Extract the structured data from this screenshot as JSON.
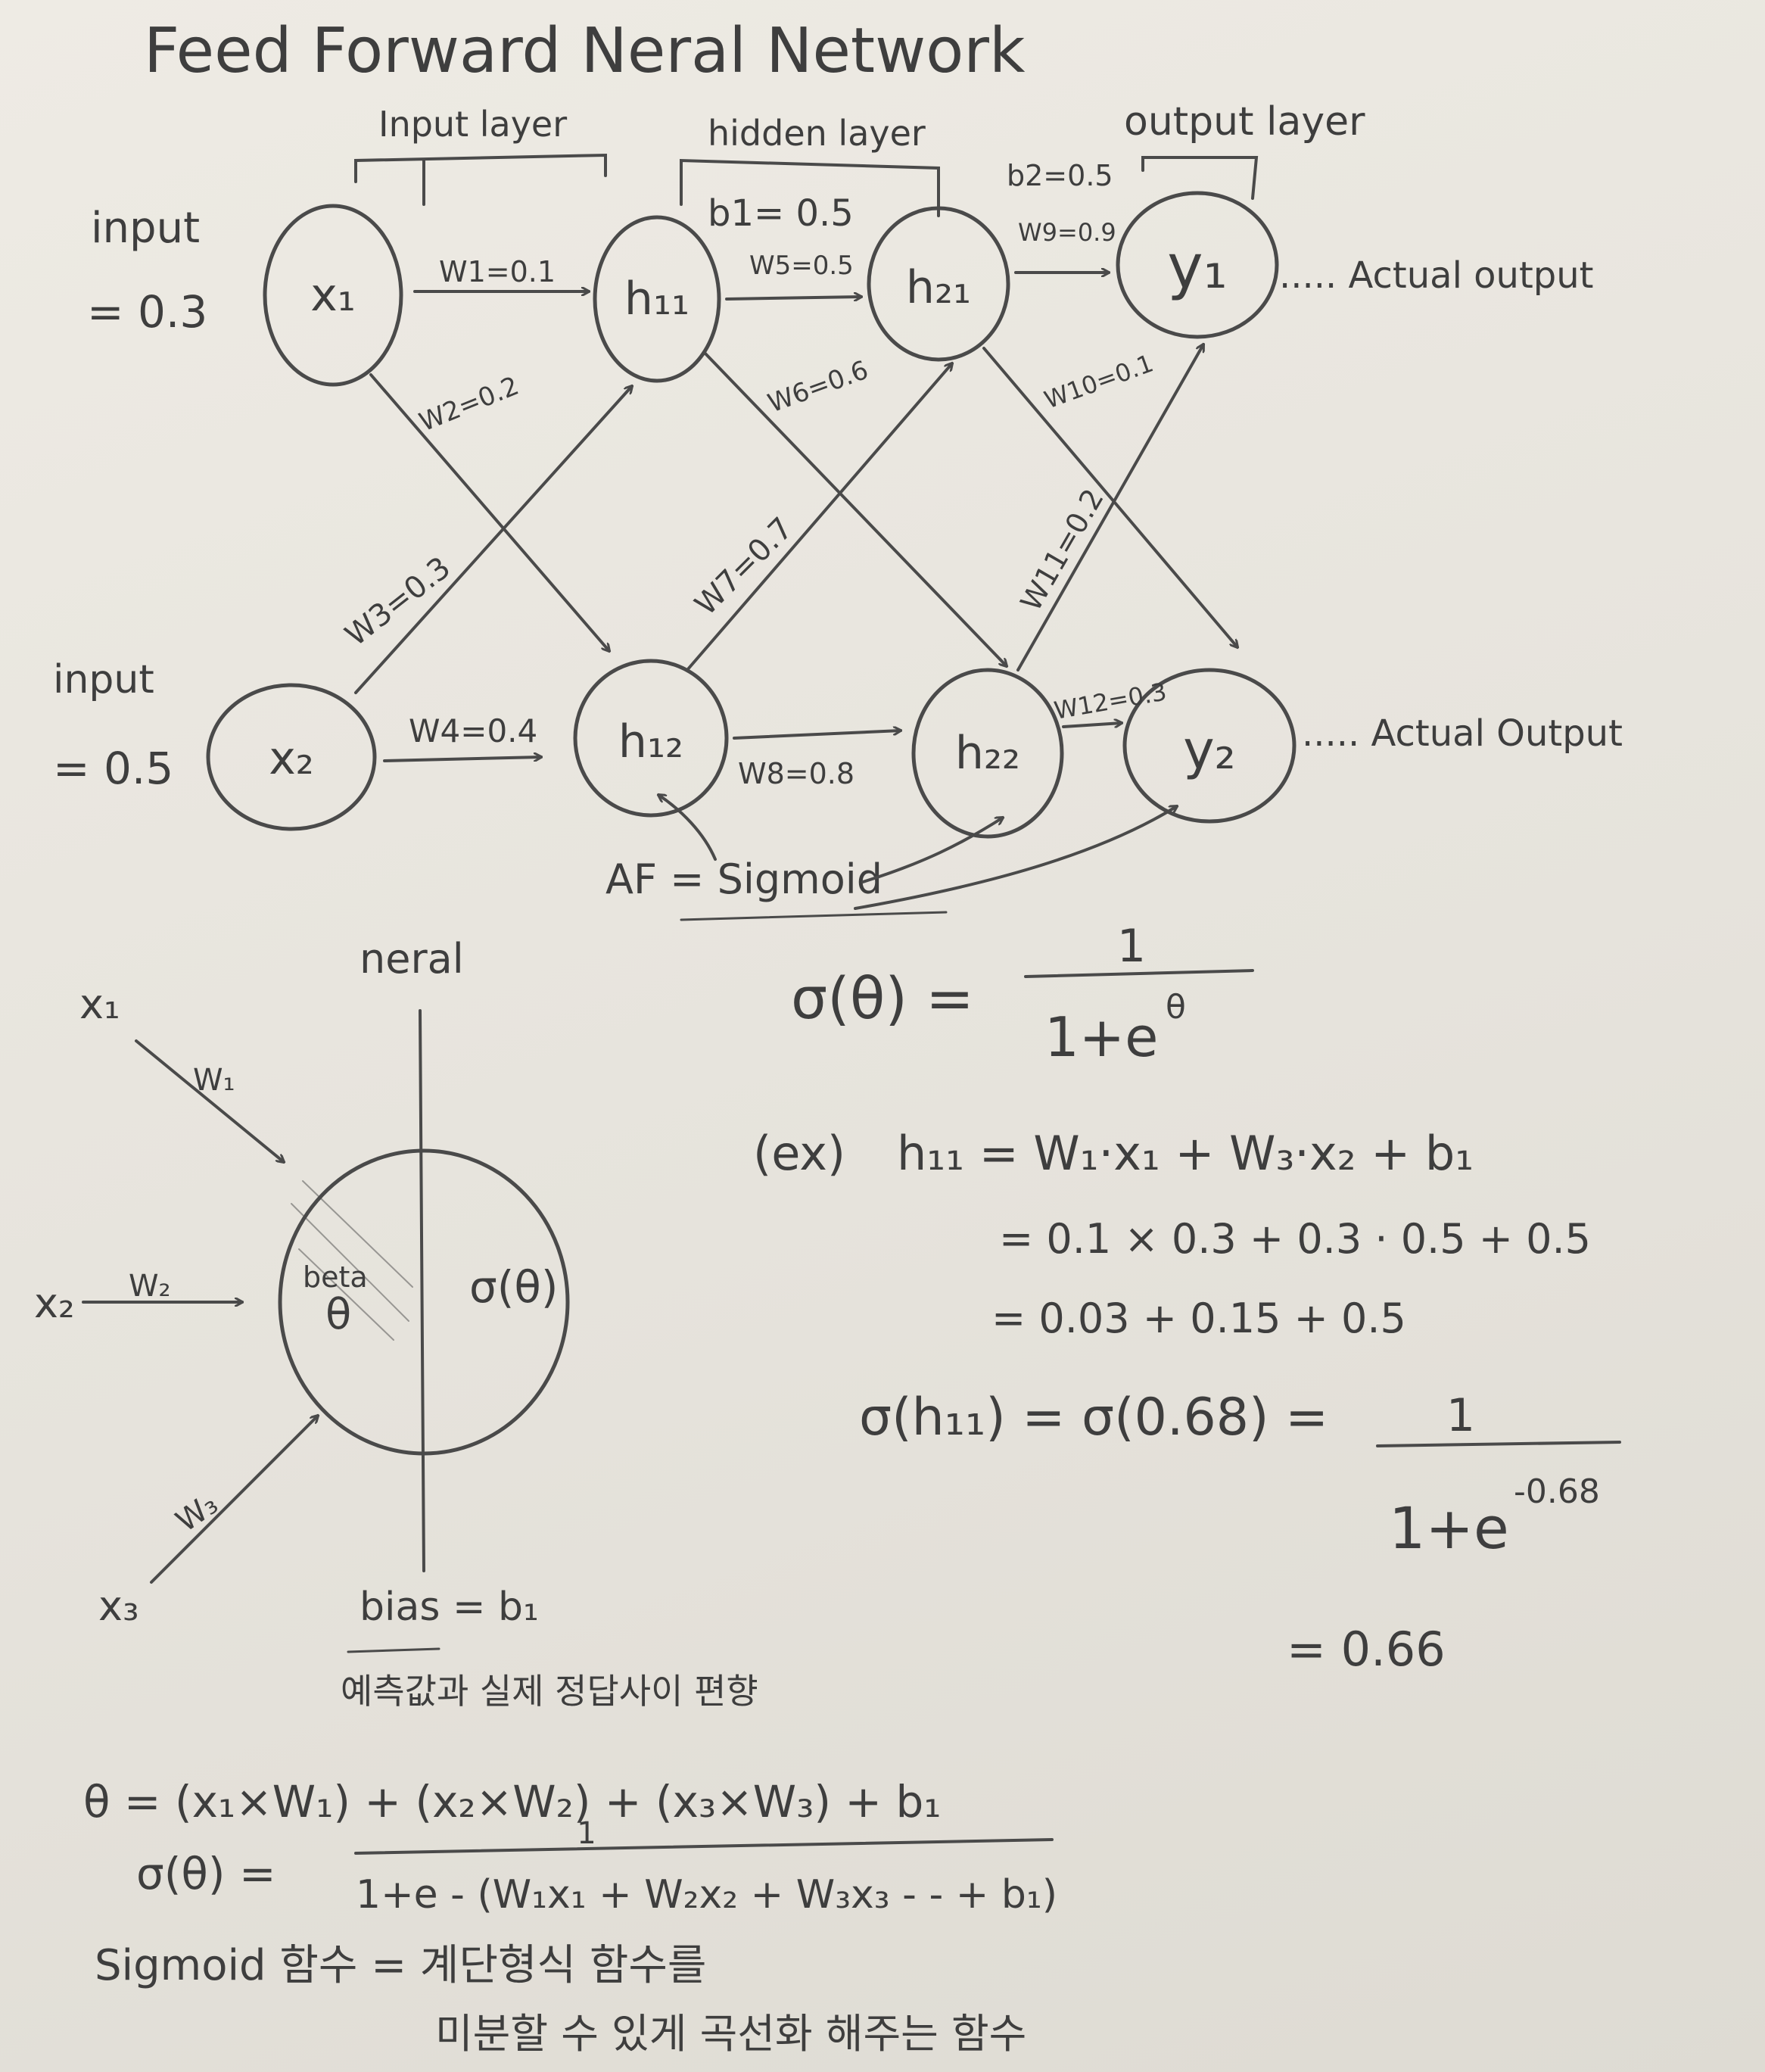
{
  "title": "Feed Forward Neral Network",
  "layers": {
    "input": "Input layer",
    "hidden": "hidden layer",
    "output": "output layer"
  },
  "inputs": {
    "x1": {
      "label": "input",
      "value": "= 0.3"
    },
    "x2": {
      "label": "input",
      "value": "= 0.5"
    }
  },
  "nodes": {
    "x1": "x₁",
    "x2": "x₂",
    "h11": "h₁₁",
    "h12": "h₁₂",
    "h21": "h₂₁",
    "h22": "h₂₂",
    "y1": "y₁",
    "y2": "y₂"
  },
  "weights": {
    "w1": "W1=0.1",
    "w2": "W2=0.2",
    "w3": "W3=0.3",
    "w4": "W4=0.4",
    "w5": "W5=0.5",
    "w6": "W6=0.6",
    "w7": "W7=0.7",
    "w8": "W8=0.8",
    "w9": "W9=0.9",
    "w10": "W10=0.1",
    "w11": "W11=0.2",
    "w12": "W12=0.3"
  },
  "biases": {
    "b1": "b1= 0.5",
    "b2": "b2=0.5"
  },
  "outputs": {
    "y1": "..... Actual output",
    "y2": "..... Actual Output"
  },
  "activation": "AF = Sigmoid",
  "sigmoid_formula": {
    "lhs": "σ(θ) =",
    "numerator": "1",
    "denominator": "1+e",
    "exponent": "θ"
  },
  "neuron": {
    "header": "neral",
    "inputs": [
      "x₁",
      "x₂",
      "x₃"
    ],
    "weights": [
      "W₁",
      "W₂",
      "W₃"
    ],
    "beta": "beta",
    "theta": "θ",
    "sigma": "σ(θ)",
    "bias": "bias = b₁",
    "bias_note": "예측값과 실제 정답사이 편향"
  },
  "example": {
    "label": "(ex)",
    "line1": "h₁₁ = W₁·x₁ + W₃·x₂ + b₁",
    "line2": "= 0.1 × 0.3 + 0.3 · 0.5 + 0.5",
    "line3": "= 0.03 + 0.15 + 0.5",
    "line4_lhs": "σ(h₁₁) = σ(0.68) =",
    "line4_num": "1",
    "line4_den": "1+e",
    "line4_exp": "-0.68",
    "result": "= 0.66"
  },
  "bottom": {
    "theta_eq": "θ = (x₁×W₁) + (x₂×W₂) + (x₃×W₃) + b₁",
    "sigma_lhs": "σ(θ) =",
    "sigma_num": "1",
    "sigma_den": "1+e - (W₁x₁ + W₂x₂ + W₃x₃ - - + b₁)",
    "sig_note1": "Sigmoid 함수 = 계단형식 함수를",
    "sig_note2": "미분할 수 있게 곡선화 해주는 함수"
  }
}
